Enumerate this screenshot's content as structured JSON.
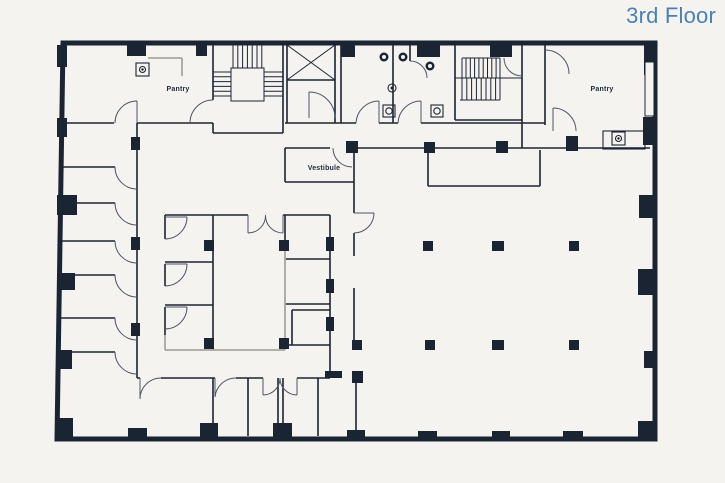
{
  "title": "3rd Floor",
  "colors": {
    "background": "#f5f3f0",
    "wall": "#1b2433",
    "gray_wall": "#a9a5a0",
    "title_text": "#4a80b5",
    "label_text": "#1e2a3a"
  },
  "plan": {
    "labels": {
      "pantry_left": "Pantry",
      "pantry_right": "Pantry",
      "vestibule": "Vestibule"
    },
    "rooms": [
      {
        "name": "Pantry",
        "position": "top-left"
      },
      {
        "name": "Pantry",
        "position": "top-right"
      },
      {
        "name": "Vestibule",
        "position": "center"
      }
    ],
    "icons": [
      "appliance-icon",
      "toilet-icon",
      "sink-icon",
      "stair-treads-icon",
      "shaft-x-icon",
      "door-arc-icon",
      "column-icon"
    ]
  }
}
